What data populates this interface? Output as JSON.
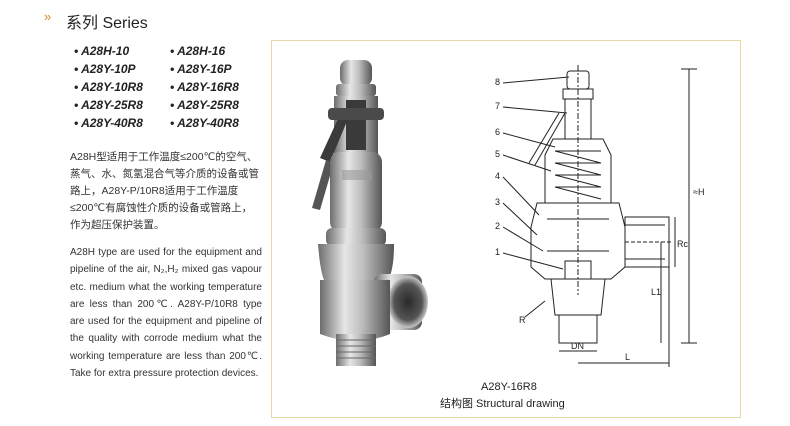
{
  "header": {
    "bullet": "»",
    "title": "系列 Series"
  },
  "models": {
    "left": [
      "• A28H-10",
      "• A28Y-10P",
      "• A28Y-10R8",
      "• A28Y-25R8",
      "• A28Y-40R8"
    ],
    "right": [
      "• A28H-16",
      "• A28Y-16P",
      "• A28Y-16R8",
      "• A28Y-25R8",
      "• A28Y-40R8"
    ]
  },
  "description_zh": "A28H型适用于工作温度≤200℃的空气、蒸气、水、氮氢混合气等介质的设备或管路上，A28Y-P/10R8适用于工作温度≤200℃有腐蚀性介质的设备或管路上，作为超压保护装置。",
  "description_en": "A28H type are used for the equipment and pipeline of the air, N₂,H₂ mixed gas vapour etc. medium what the working temperature are less than 200℃. A28Y-P/10R8 type are used for the equipment and pipeline of the quality with corrode medium what the working temperature are less than 200℃. Take for extra pressure protection devices.",
  "drawing": {
    "part_numbers": [
      "8",
      "7",
      "6",
      "5",
      "4",
      "3",
      "2",
      "1"
    ],
    "dim_labels": {
      "h": "≈H",
      "l1": "L1",
      "l": "L",
      "dn": "DN",
      "r": "R",
      "rc": "Rc"
    },
    "caption_model": "A28Y-16R8",
    "caption_title": "结构图  Structural drawing"
  }
}
